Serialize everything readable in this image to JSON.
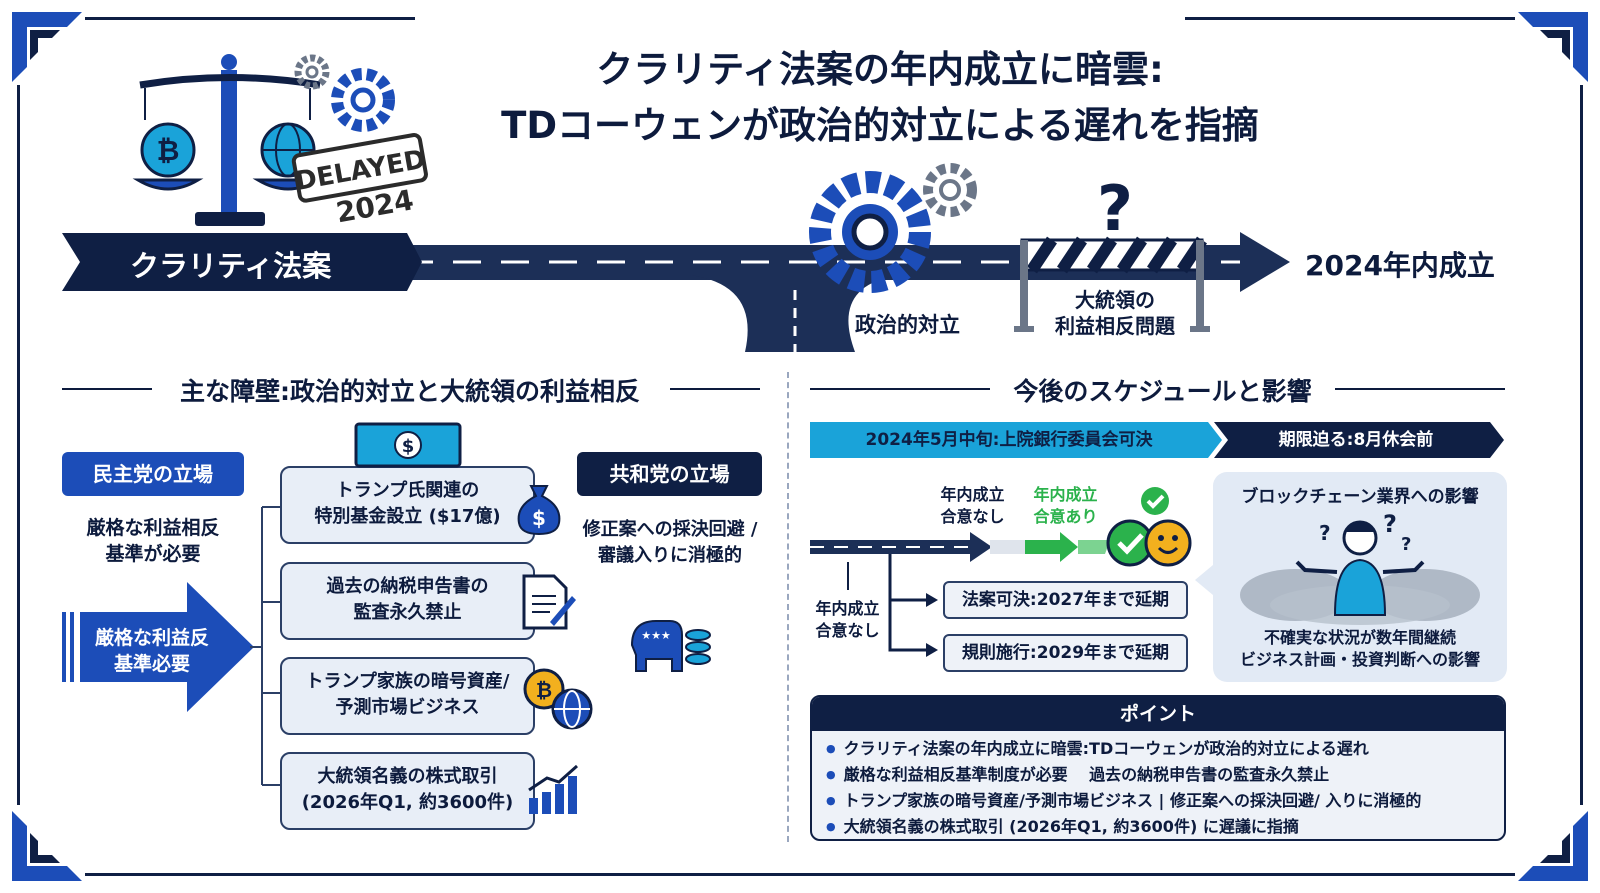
{
  "title": {
    "line1": "クラリティ法案の年内成立に暗雲:",
    "line2": "TDコーウェンが政治的対立による遅れを指摘"
  },
  "hero": {
    "bill_label": "クラリティ法案",
    "stamp_text": "DELAYED",
    "stamp_year": "2024",
    "conflict_label": "政治的対立",
    "president_issue_line1": "大統領の",
    "president_issue_line2": "利益相反問題",
    "question_mark": "?",
    "goal_label": "2024年内成立"
  },
  "left_section": {
    "heading": "主な障壁:政治的対立と大統領の利益相反",
    "dem_tag": "民主党の立場",
    "dem_text_line1": "厳格な利益相反",
    "dem_text_line2": "基準が必要",
    "dem_arrow_line1": "厳格な利益反",
    "dem_arrow_line2": "基準必要",
    "gop_tag": "共和党の立場",
    "gop_text_line1": "修正案への採決回避 /",
    "gop_text_line2": "審議入りに消極的",
    "issues": [
      {
        "line1": "トランプ氏関連の",
        "line2": "特別基金設立 ($17億)"
      },
      {
        "line1": "過去の納税申告書の",
        "line2": "監査永久禁止"
      },
      {
        "line1": "トランプ家族の暗号資産/",
        "line2": "予測市場ビジネス"
      },
      {
        "line1": "大統領名義の株式取引",
        "line2": "(2026年Q1, 約3600件)"
      }
    ]
  },
  "right_section": {
    "heading": "今後のスケジュールと影響",
    "bar1": "2024年5月中旬:上院銀行委員会可決",
    "bar2": "期限迫る:8月休会前",
    "no_agreement_top_line1": "年内成立",
    "no_agreement_top_line2": "合意なし",
    "agreement_line1": "年内成立",
    "agreement_line2": "合意あり",
    "no_agreement_side_line1": "年内成立",
    "no_agreement_side_line2": "合意なし",
    "ext1": "法案可決:2027年まで延期",
    "ext2": "規則施行:2029年まで延期",
    "impact_title": "ブロックチェーン業界への影響",
    "impact_line1": "不確実な状況が数年間継続",
    "impact_line2": "ビジネス計画・投資判断への影響"
  },
  "points": {
    "heading": "ポイント",
    "items": [
      "クラリティ法案の年内成立に暗雲:TDコーウェンが政治的対立による遅れ",
      "厳格な利益相反基準制度が必要　 過去の納税申告書の監査永久禁止",
      "トランプ家族の暗号資産/予測市場ビジネス | 修正案への採決回避/ 入りに消極的",
      "大統領名義の株式取引 (2026年Q1, 約3600件) に遅議に指摘"
    ]
  },
  "colors": {
    "navy": "#0f1f44",
    "blue": "#1c4db8",
    "cyan": "#1aa3d9",
    "green": "#2bb24c",
    "gold": "#f2b01e"
  },
  "icons": [
    "scale-icon",
    "bitcoin-icon",
    "globe-icon",
    "gear-icon",
    "money-bag-icon",
    "banknote-icon",
    "document-icon",
    "chart-icon",
    "elephant-icon",
    "coins-icon",
    "check-icon",
    "smile-icon",
    "person-icon"
  ]
}
